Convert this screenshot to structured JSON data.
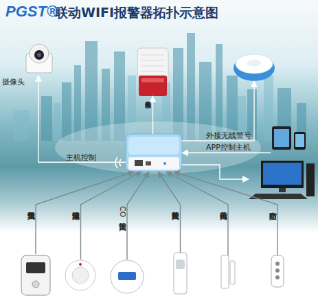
{
  "diagram": {
    "title": "联动WIFI报警器拓扑示意图",
    "nodes": [
      {
        "text": [
          "摄像头"
        ]
      },
      {
        "text": []
      },
      {
        "text": []
      },
      {
        "text": []
      },
      {
        "text": []
      },
      {
        "text": []
      },
      {
        "text": []
      },
      {
        "text": []
      },
      {
        "text": []
      },
      {
        "text": []
      },
      {
        "text": []
      },
      {
        "text": []
      }
    ],
    "edges": [
      {
        "from": 4,
        "to": 0,
        "label": "主机控制",
        "arrow": "to"
      },
      {
        "from": 4,
        "to": 1,
        "label": "外接无线警号",
        "arrow": "to"
      },
      {
        "from": 4,
        "to": 2,
        "label": "外接无线警号",
        "arrow": "to"
      },
      {
        "from": 3,
        "to": 4,
        "label": "APP控制主机",
        "arrow": "to"
      },
      {
        "from": 4,
        "to": 5,
        "arrow": "to"
      },
      {
        "from": 6,
        "to": 4,
        "label": "燃气报警输入",
        "arrow": "to"
      },
      {
        "from": 7,
        "to": 4,
        "label": "烟感报警输入",
        "arrow": "to"
      },
      {
        "from": 8,
        "to": 4,
        "label": "CO报警输入",
        "arrow": "to"
      },
      {
        "from": 9,
        "to": 4,
        "label": "红外报警输入",
        "arrow": "to"
      },
      {
        "from": 10,
        "to": 4,
        "label": "门磁信号输入",
        "arrow": "to"
      },
      {
        "from": 11,
        "to": 4,
        "label": "布防撤防",
        "arrow": "to"
      }
    ],
    "labels": [
      "PGST®"
    ]
  }
}
